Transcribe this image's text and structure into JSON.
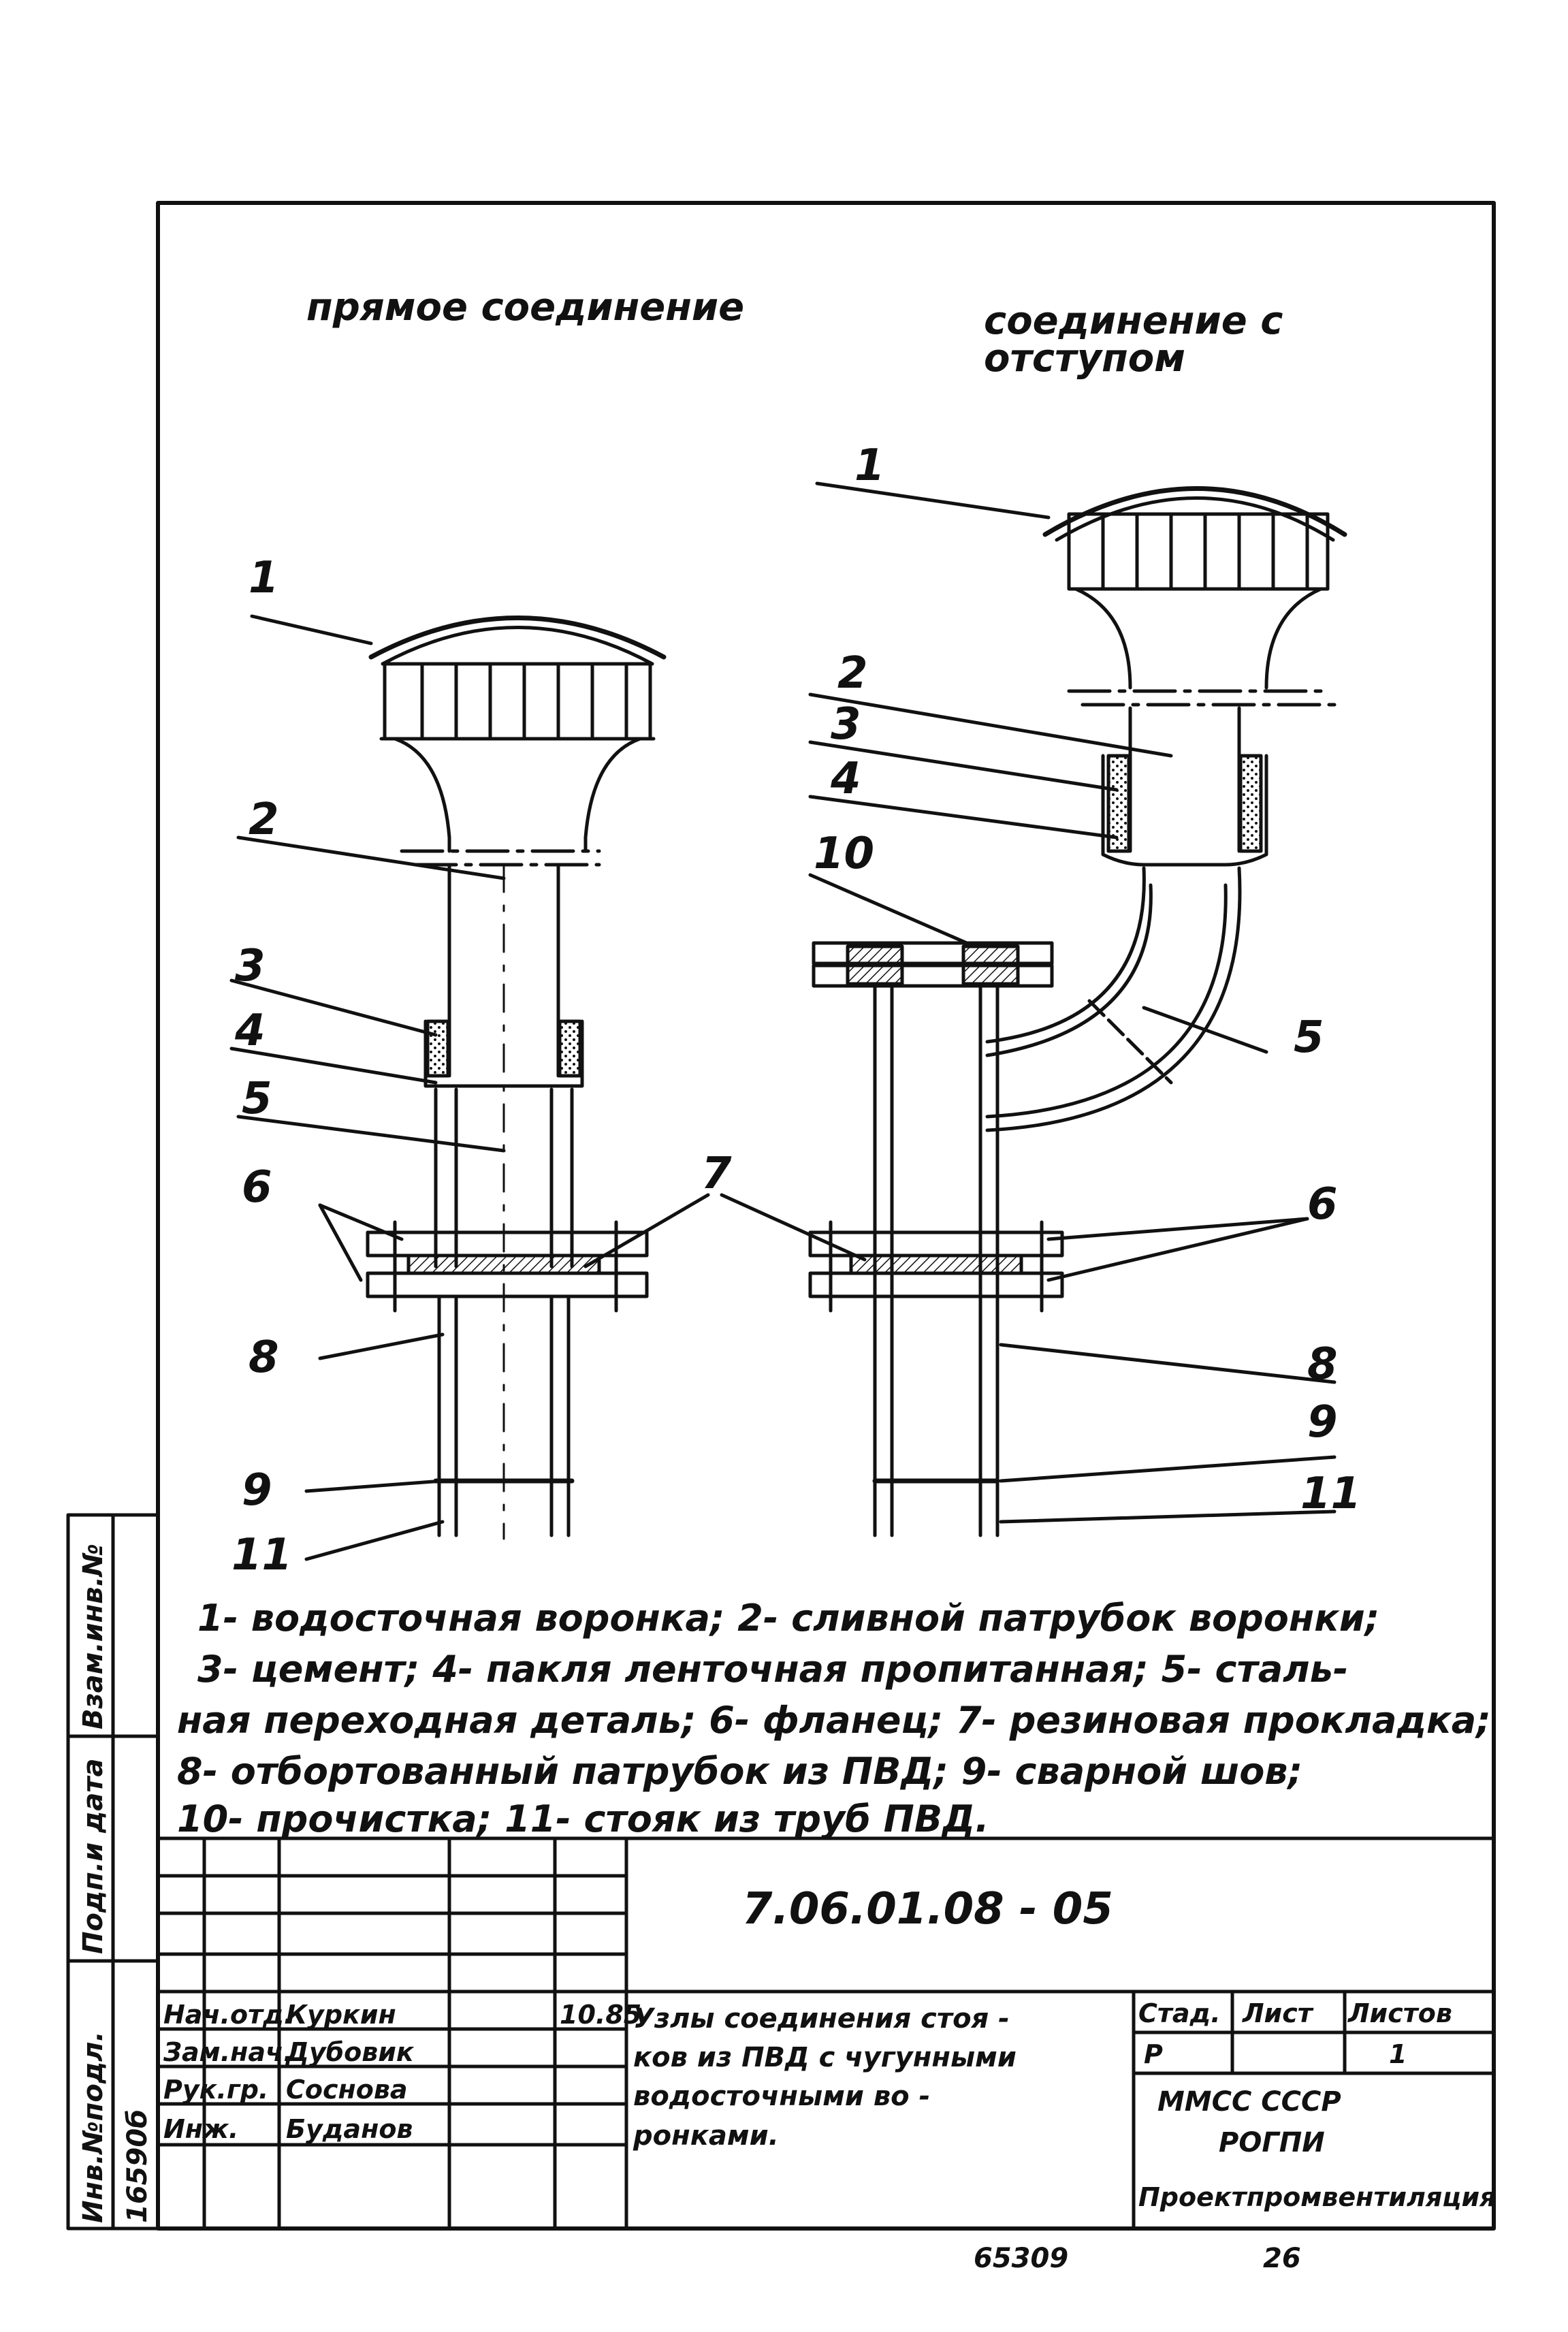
{
  "views": {
    "direct_title": "прямое соединение",
    "offset_title_line1": "соединение с",
    "offset_title_line2": "отступом"
  },
  "callouts_left": [
    "1",
    "2",
    "3",
    "4",
    "5",
    "6",
    "8",
    "9",
    "11"
  ],
  "callouts_right": [
    "1",
    "2",
    "3",
    "4",
    "10",
    "5",
    "7",
    "6",
    "8",
    "9",
    "11"
  ],
  "legend": {
    "line1": "1- водосточная воронка; 2- сливной патрубок  воронки;",
    "line2": "3- цемент;  4- пакля  ленточная пропитанная; 5- сталь-",
    "line3": "ная переходная деталь; 6- фланец; 7- резиновая прокладка;",
    "line4": "8- отбортованный патрубок из ПВД; 9- сварной шов;",
    "line5": "10- прочистка; 11- стояк  из труб ПВД."
  },
  "title_block": {
    "drawing_code": "7.06.01.08 - 05",
    "rows": [
      {
        "role": "Нач.отд.",
        "name": "Куркин",
        "date": "10.85"
      },
      {
        "role": "Зам.нач.",
        "name": "Дубовик",
        "date": ""
      },
      {
        "role": "Рук.гр.",
        "name": "Соснова",
        "date": ""
      },
      {
        "role": "Инж.",
        "name": "Буданов",
        "date": ""
      }
    ],
    "description_lines": [
      "Узлы соединения стоя -",
      "ков из ПВД с чугунными",
      "водосточными  во -",
      "ронками."
    ],
    "stage_label": "Стад.",
    "sheet_label": "Лист",
    "sheets_label": "Листов",
    "stage_value": "Р",
    "sheet_value": "1",
    "org_line1": "ММСС  СССР",
    "org_line2": "РОГПИ",
    "org_line3": "Проектпромвентиляция"
  },
  "side_stamp": {
    "inv_no_label": "Инв.№подл.",
    "inv_no_value": "16590б",
    "sign_date_label": "Подп.и дата",
    "replace_label": "Взам.инв.№"
  },
  "footer": {
    "archive_no": "65309",
    "page_no": "26"
  }
}
